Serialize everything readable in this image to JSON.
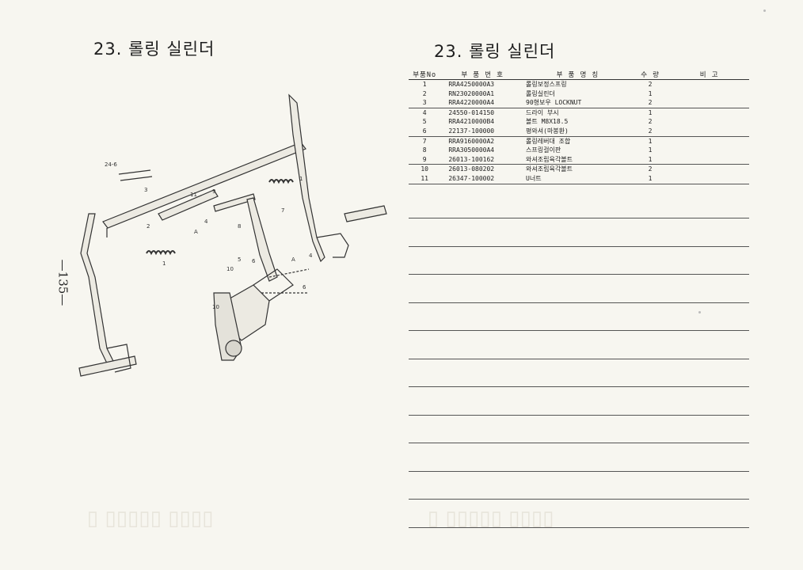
{
  "left_title": "23. 롤링 실린더",
  "right_title": "23. 롤링 실린더",
  "page_number": "—135—",
  "table": {
    "headers": [
      "부품No",
      "부  품  번  호",
      "부    품    명    칭",
      "수 량",
      "비          고"
    ],
    "rows": [
      [
        "1",
        "RRA4250000A3",
        "롤링보정스프링",
        "2",
        ""
      ],
      [
        "2",
        "RN23020000A1",
        "롤링실린더",
        "1",
        ""
      ],
      [
        "3",
        "RRA4220000A4",
        "90형보우 LOCKNUT",
        "2",
        ""
      ],
      [
        "4",
        "24550-014150",
        "드라이 부시",
        "1",
        ""
      ],
      [
        "5",
        "RRA4210000B4",
        "볼트 M8X18.5",
        "2",
        ""
      ],
      [
        "6",
        "22137-100000",
        "평와셔(마봉환)",
        "2",
        ""
      ],
      [
        "7",
        "RRA9160000A2",
        "롤링레버대 조합",
        "1",
        ""
      ],
      [
        "8",
        "RRA3050000A4",
        "스프링걸이판",
        "1",
        ""
      ],
      [
        "9",
        "26013-100162",
        "와셔조립육각볼트",
        "1",
        ""
      ],
      [
        "10",
        "26013-080202",
        "와셔조립육각볼트",
        "2",
        ""
      ],
      [
        "11",
        "26347-100002",
        "U너트",
        "1",
        ""
      ]
    ]
  },
  "callouts": [
    "24-6",
    "3",
    "2",
    "4",
    "11",
    "9",
    "8",
    "7",
    "1",
    "1",
    "5",
    "6",
    "10",
    "10",
    "4",
    "A",
    "A",
    "6"
  ]
}
